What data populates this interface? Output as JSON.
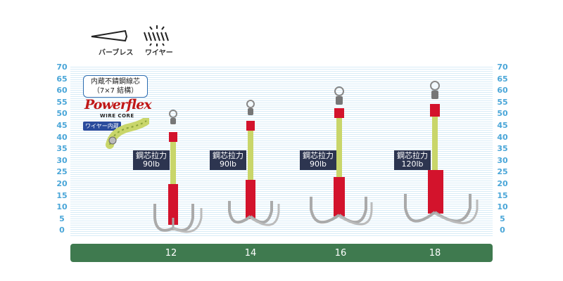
{
  "legend": {
    "barbless_label": "バーブレス",
    "wire_label": "ワイヤー"
  },
  "y_axis_ticks": [
    "70",
    "65",
    "60",
    "55",
    "50",
    "45",
    "40",
    "35",
    "30",
    "25",
    "20",
    "15",
    "10",
    "5",
    "0"
  ],
  "core_info": {
    "line1": "内蔵不錆鋼線芯",
    "line2": "（7×7 結構）",
    "brand": "Powerflex",
    "brand_sub": "WIRE CORE",
    "wire_tag": "ワイヤー内蔵"
  },
  "products": [
    {
      "size": "12",
      "badge_title": "鋼芯拉力",
      "badge_value": "90lb"
    },
    {
      "size": "14",
      "badge_title": "鋼芯拉力",
      "badge_value": "90lb"
    },
    {
      "size": "16",
      "badge_title": "鋼芯拉力",
      "badge_value": "90lb"
    },
    {
      "size": "18",
      "badge_title": "鋼芯拉力",
      "badge_value": "120lb"
    }
  ],
  "colors": {
    "axis_text": "#4aa6d8",
    "size_bar": "#3f7a4f",
    "badge_bg": "#2d3550",
    "assist_red": "#d3132c",
    "braid_yellow": "#c9d66a"
  },
  "icons": [
    "barbless-hook-icon",
    "wire-core-icon"
  ]
}
